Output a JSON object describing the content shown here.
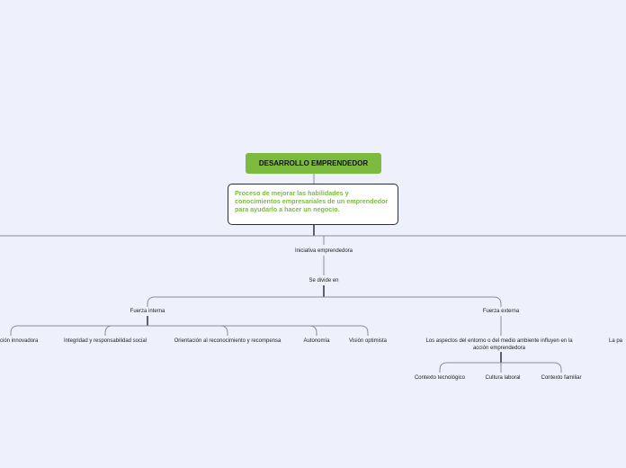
{
  "root": {
    "title": "DESARROLLO EMPRENDEDOR"
  },
  "description": "Proceso de mejorar las habilidades y conocimientos empresariales de un emprendedor para ayudarlo a hacer un negocio.",
  "nodes": {
    "iniciativa": "Iniciativa emprendedora",
    "se_divide": "Se divide en",
    "fuerza_interna": "Fuerza interna",
    "fuerza_externa": "Fuerza externa",
    "interna_items": [
      "ción innovadora",
      "Integridad y responsabilidad social",
      "Orientación al reconocimiento y recompensa",
      "Autonomía",
      "Visión optimista"
    ],
    "externa_desc": "Los aspectos del entorno o del medio ambiente influyen en la acción emprendedora",
    "externa_items": [
      "Contexto tecnológico",
      "Cultura laboral",
      "Contexto familiar"
    ],
    "right_partial": "La pa"
  },
  "colors": {
    "background": "#eef1fb",
    "root_fill": "#7dbb3f",
    "desc_text": "#7dbb3f",
    "connector": "#8c8f99"
  }
}
